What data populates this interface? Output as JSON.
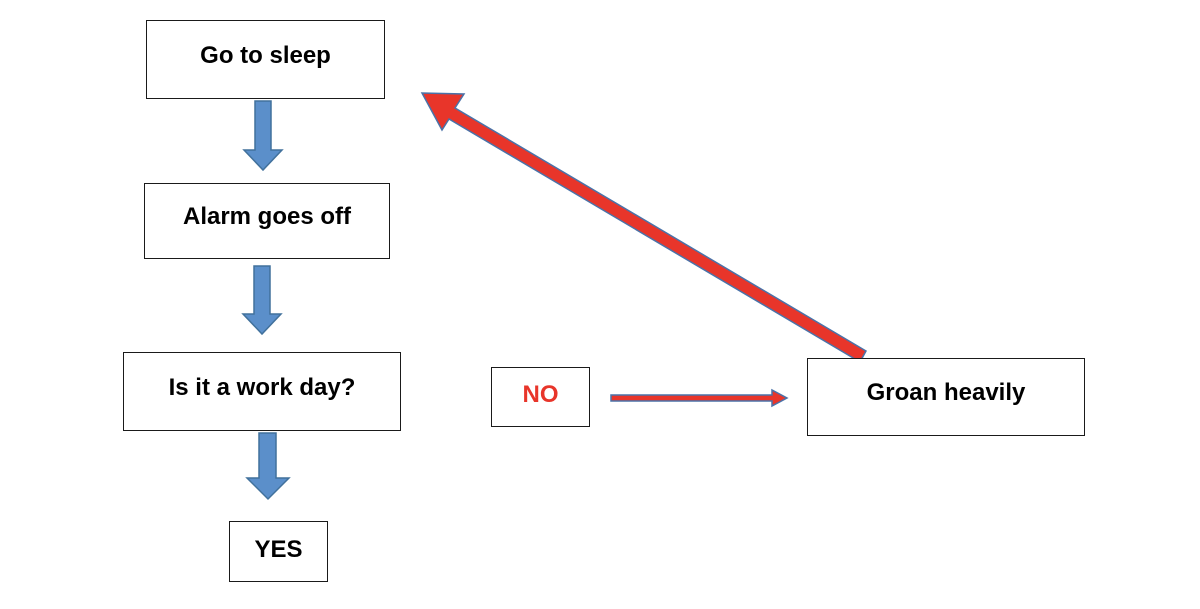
{
  "nodes": {
    "sleep": {
      "label": "Go to sleep"
    },
    "alarm": {
      "label": "Alarm goes off"
    },
    "work_day": {
      "label": "Is it a work day?"
    },
    "yes": {
      "label": "YES"
    },
    "no": {
      "label": "NO"
    },
    "groan": {
      "label": "Groan heavily"
    }
  },
  "colors": {
    "down_arrow_fill": "#5b8fca",
    "down_arrow_stroke": "#41719c",
    "red_arrow_fill": "#e8352a",
    "red_arrow_stroke": "#4a72a8",
    "no_text": "#e8352a",
    "node_border": "#1a1a1a"
  }
}
